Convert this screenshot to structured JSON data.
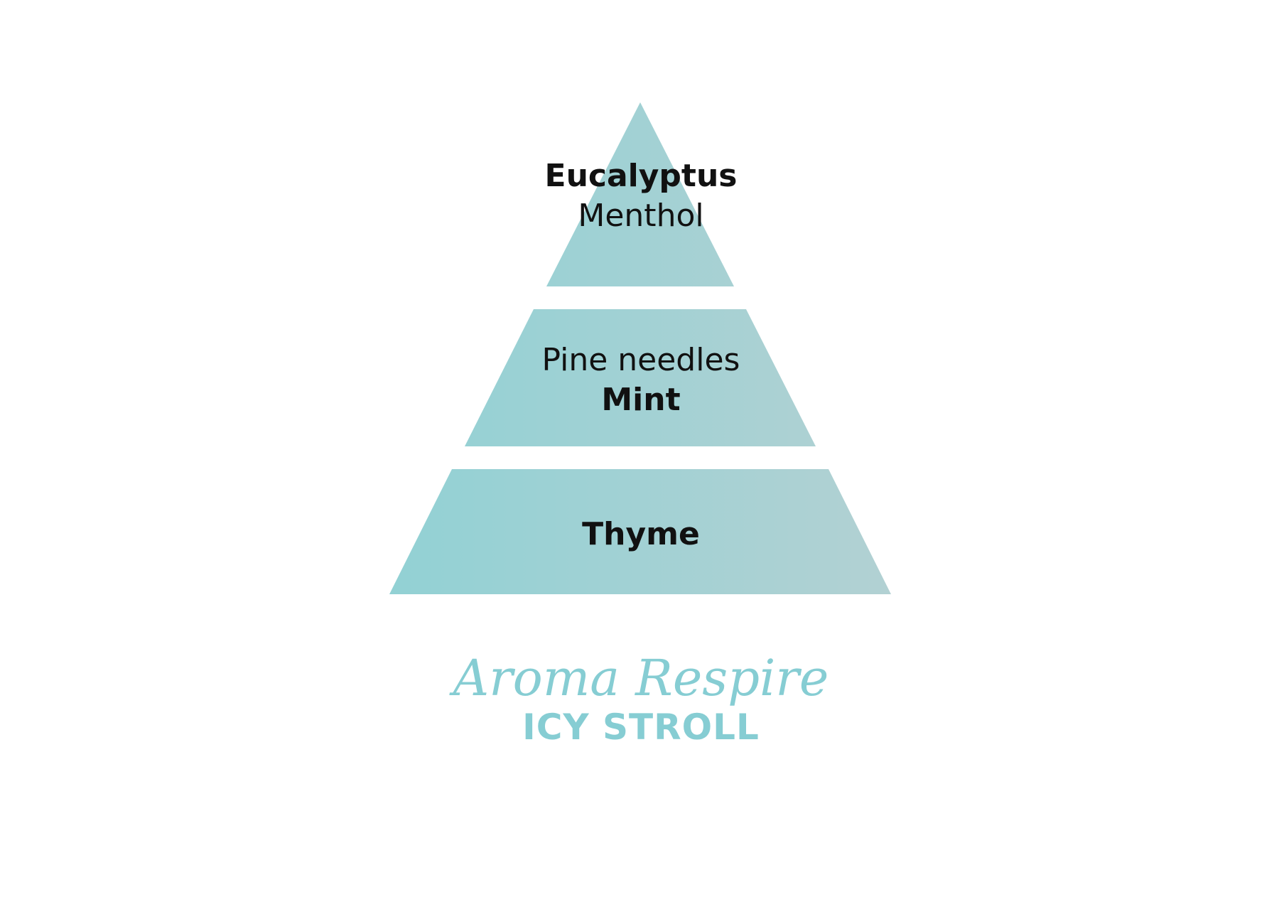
{
  "colors": {
    "pyramid_left": "#92d1d4",
    "pyramid_right": "#b2d1d3",
    "accent": "#86cdd3",
    "text": "#111111"
  },
  "pyramid": {
    "top": {
      "line1": "Eucalyptus",
      "line2": "Menthol"
    },
    "middle": {
      "line1": "Pine needles",
      "line2": "Mint"
    },
    "base": {
      "line1": "Thyme"
    }
  },
  "brand": {
    "script_title": "Aroma Respire",
    "product_name": "ICY STROLL"
  }
}
